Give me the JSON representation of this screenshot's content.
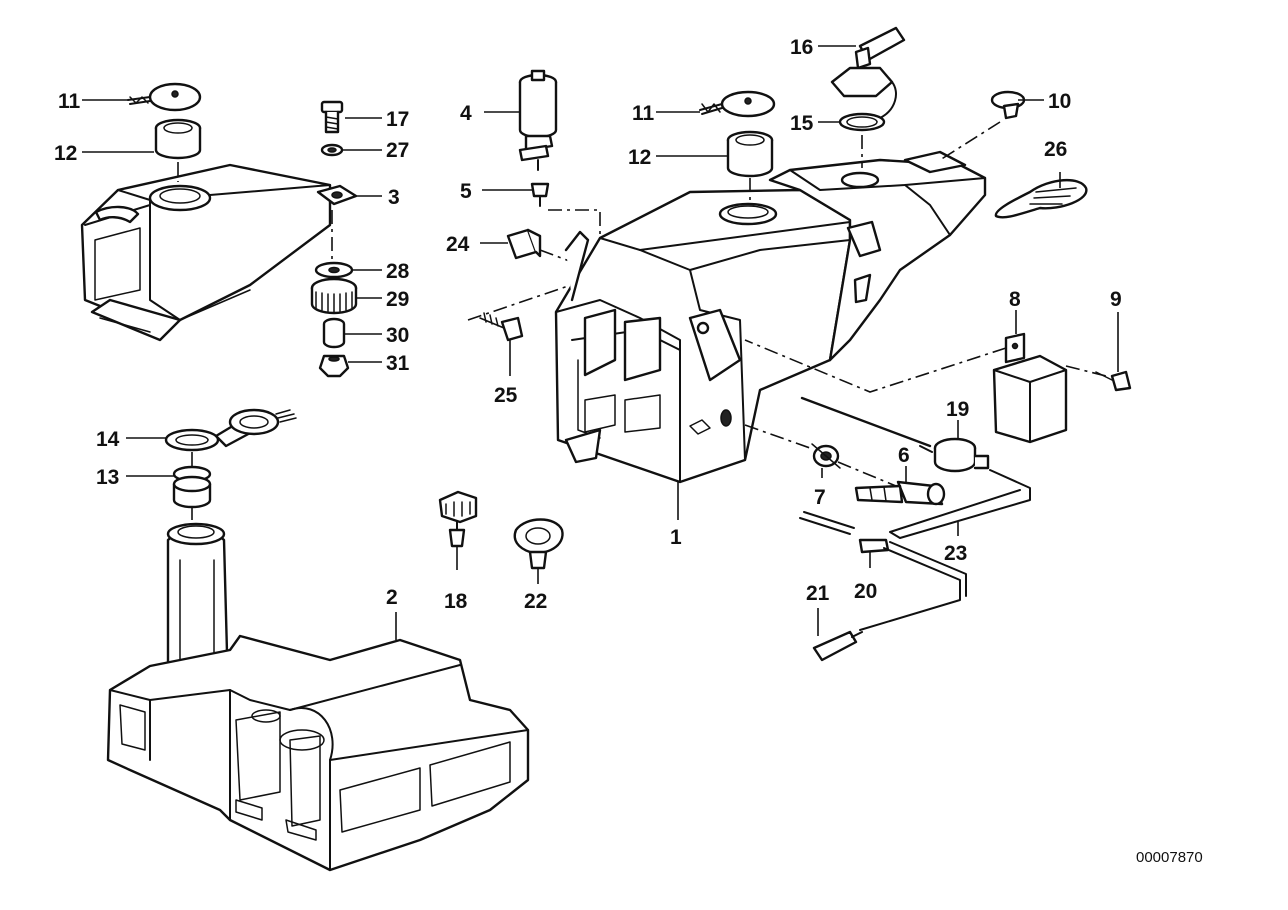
{
  "diagram": {
    "reference_number": "00007870",
    "callouts": [
      "1",
      "2",
      "3",
      "4",
      "5",
      "6",
      "7",
      "8",
      "9",
      "10",
      "11",
      "11",
      "12",
      "12",
      "13",
      "14",
      "15",
      "16",
      "17",
      "18",
      "19",
      "20",
      "21",
      "22",
      "23",
      "24",
      "25",
      "26",
      "27",
      "28",
      "29",
      "30",
      "31"
    ]
  }
}
